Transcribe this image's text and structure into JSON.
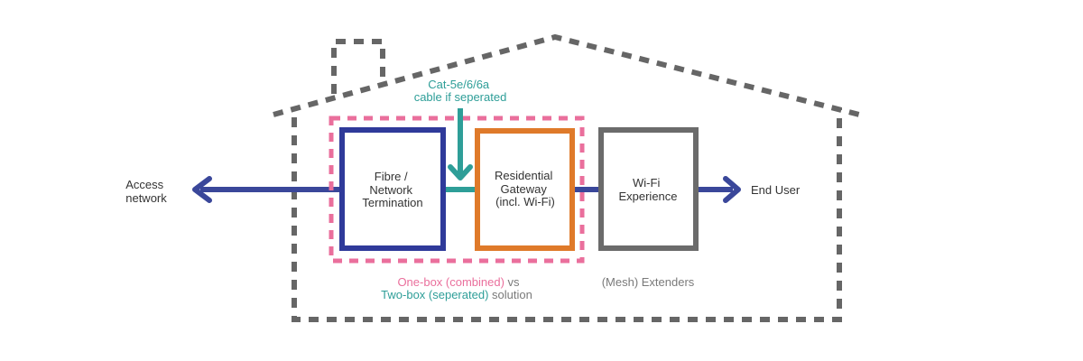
{
  "labels": {
    "access_network_line1": "Access",
    "access_network_line2": "network",
    "end_user": "End User",
    "cable_line1": "Cat-5e/6/6a",
    "cable_line2": "cable if seperated",
    "fibre_line1": "Fibre /",
    "fibre_line2": "Network",
    "fibre_line3": "Termination",
    "gateway_line1": "Residential",
    "gateway_line2": "Gateway",
    "gateway_line3": "(incl. Wi-Fi)",
    "wifi_line1": "Wi-Fi",
    "wifi_line2": "Experience",
    "caption_one_box": "One-box (combined)",
    "caption_vs": " vs",
    "caption_two_box": "Two-box (seperated)",
    "caption_solution": " solution",
    "mesh_extenders": "(Mesh) Extenders"
  },
  "colors": {
    "house_outline": "#666666",
    "flow_arrow": "#3a479a",
    "fibre_box": "#2f3a9a",
    "gateway_box": "#df7a2a",
    "wifi_box": "#6b6b6b",
    "combined_outline": "#ea6f9c",
    "separated_cable": "#2e9e98",
    "text_dark": "#333333",
    "text_grey": "#7a7a7a"
  }
}
